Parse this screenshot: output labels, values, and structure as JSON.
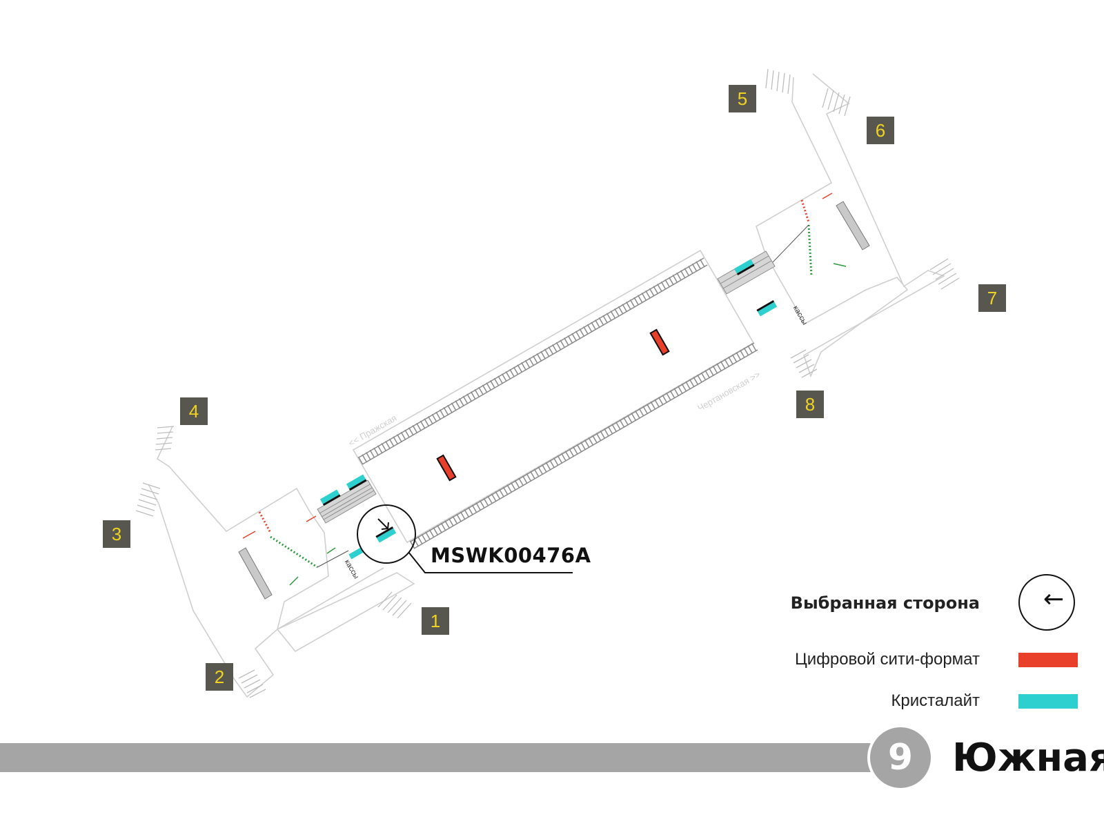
{
  "colors": {
    "digital_city_format": "#e8402a",
    "crystal_light": "#2ecfcf",
    "badge_bg": "#58574f",
    "badge_text": "#f0d320",
    "line_grey": "#a5a5a5"
  },
  "exits": [
    "1",
    "2",
    "3",
    "4",
    "5",
    "6",
    "7",
    "8"
  ],
  "panel_code": "MSWK00476A",
  "direction_labels": {
    "left": "<< Пражская",
    "right": "Чертановская >>"
  },
  "kassy_label": "кассы",
  "legend": {
    "selected_side": "Выбранная сторона",
    "selected_side_icon": "arrow-left-icon",
    "digital_city_format": "Цифровой сити-формат",
    "crystal_light": "Кристалайт"
  },
  "line": {
    "number": "9",
    "station": "Южная"
  }
}
